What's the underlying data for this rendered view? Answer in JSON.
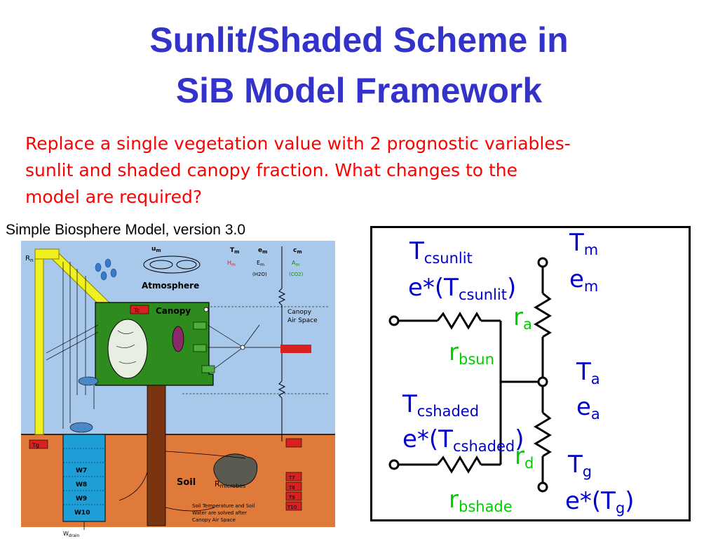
{
  "slide": {
    "title_line1": "Sunlit/Shaded Scheme in",
    "title_line2": "SiB Model Framework",
    "intro_line1": "Replace a single vegetation value with 2 prognostic variables-",
    "intro_line2": "sunlit and shaded canopy fraction. What changes to the",
    "intro_line3": "model are required?",
    "colors": {
      "title": "#3333cc",
      "intro": "#ff0000",
      "circuit_label": "#0000cc",
      "resistance_label": "#00cc00"
    }
  },
  "sib_figure": {
    "title": "Simple Biosphere Model, version 3.0",
    "atmosphere": "Atmosphere",
    "canopy": "Canopy",
    "canopy_air_space_1": "Canopy",
    "canopy_air_space_2": "Air Space",
    "soil": "Soil",
    "microbes_r": "R",
    "microbes_sub": "microbes",
    "soil_note_1": "Soil Temperature and Soil",
    "soil_note_2": "Water are solved after",
    "soil_note_3": "Canopy Air Space",
    "rn_r": "R",
    "rn_sub": "n",
    "tc": "Tc",
    "tg": "Tg",
    "atm_u": "u",
    "atm_u_sub": "m",
    "atm_t": "T",
    "atm_t_sub": "m",
    "atm_e": "e",
    "atm_e_sub": "m",
    "atm_c": "c",
    "atm_c_sub": "m",
    "atm_hm": "H",
    "atm_hm_sub": "m",
    "atm_em": "E",
    "atm_em_sub": "m",
    "atm_am": "A",
    "atm_am_sub": "m",
    "atm_h2o": "(H2O)",
    "atm_co2": "(CO2)",
    "w_drain_w": "W",
    "w_drain_sub": "drain",
    "soil_layers": [
      "W7",
      "W8",
      "W9",
      "W10"
    ],
    "soil_temps": [
      "T7",
      "T8",
      "T9",
      "T10"
    ],
    "colors": {
      "sky": "#a8c8ec",
      "soil": "#e07a3a",
      "canopy": "#2e8b1e",
      "trunk": "#7a3410",
      "column": "#1f9fd8",
      "beam": "#f0f020",
      "red_box": "#d82020"
    }
  },
  "circuit": {
    "t_csunlit": "T",
    "t_csunlit_sub": "csunlit",
    "e_csunlit": "e*(T",
    "e_csunlit_sub": "csunlit",
    "e_csunlit_end": ")",
    "t_m": "T",
    "t_m_sub": "m",
    "e_m": "e",
    "e_m_sub": "m",
    "r_a": "r",
    "r_a_sub": "a",
    "r_bsun": "r",
    "r_bsun_sub": "bsun",
    "t_a": "T",
    "t_a_sub": "a",
    "e_a": "e",
    "e_a_sub": "a",
    "t_cshaded": "T",
    "t_cshaded_sub": "cshaded",
    "e_cshaded": "e*(T",
    "e_cshaded_sub": "cshaded",
    "e_cshaded_end": ")",
    "r_d": "r",
    "r_d_sub": "d",
    "t_g": "T",
    "t_g_sub": "g",
    "e_g": "e*(T",
    "e_g_sub": "g",
    "e_g_end": ")",
    "r_bshade": "r",
    "r_bshade_sub": "bshade"
  }
}
